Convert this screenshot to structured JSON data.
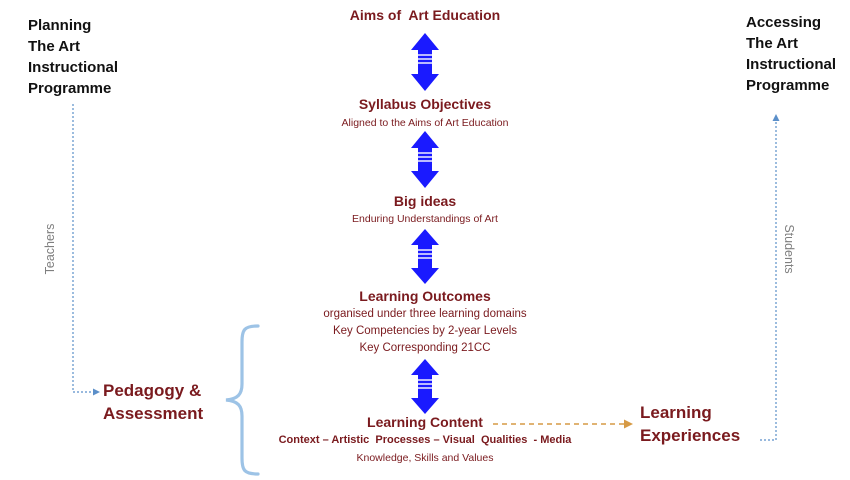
{
  "planning": {
    "lines": [
      "Planning",
      "The Art",
      "Instructional",
      "Programme"
    ]
  },
  "accessing": {
    "lines": [
      "Accessing",
      "The Art",
      "Instructional",
      "Programme"
    ]
  },
  "aims": {
    "title": "Aims of  Art Education"
  },
  "syllabus": {
    "title": "Syllabus Objectives",
    "sub": "Aligned to the Aims of Art Education"
  },
  "bigideas": {
    "title": "Big ideas",
    "sub": "Enduring Understandings of Art"
  },
  "outcomes": {
    "title": "Learning Outcomes",
    "lines": [
      "organised under three learning domains",
      "Key Competencies by 2-year Levels",
      "Key Corresponding 21CC"
    ]
  },
  "content": {
    "title": "Learning Content",
    "sub1": "Context – Artistic  Processes – Visual  Qualities  - Media",
    "sub2": "Knowledge, Skills and Values"
  },
  "pedagogy": {
    "lines": [
      "Pedagogy &",
      "Assessment"
    ]
  },
  "experiences": {
    "lines": [
      "Learning",
      "Experiences"
    ]
  },
  "teachers_label": "Teachers",
  "students_label": "Students",
  "colors": {
    "maroon": "#7a1a1e",
    "arrow_blue": "#1a1aff",
    "brace_blue": "#9dc3e6",
    "dotted_blue": "#5b8fc9",
    "dashed_orange": "#d69a45"
  }
}
